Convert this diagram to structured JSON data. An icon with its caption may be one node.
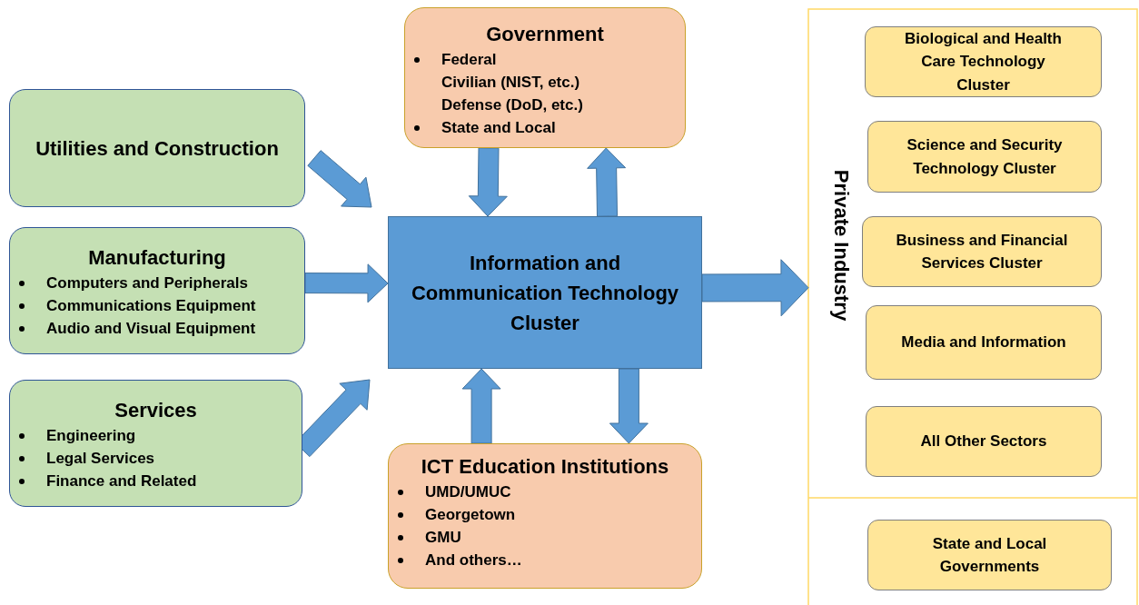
{
  "diagram": {
    "nodes": [
      {
        "text": [
          "Government",
          "Federal",
          "Civilian (NIST, etc.)",
          "Defense (DoD, etc.)",
          "State and Local"
        ]
      },
      {
        "text": [
          "Utilities and Construction"
        ]
      },
      {
        "text": [
          "Manufacturing",
          "Computers and Peripherals",
          "Communications Equipment",
          "Audio and Visual Equipment"
        ]
      },
      {
        "text": [
          "Services",
          "Engineering",
          "Legal Services",
          "Finance and Related"
        ]
      },
      {
        "text": [
          "Information and Communication Technology Cluster"
        ]
      },
      {
        "text": [
          "ICT Education Institutions",
          "UMD/UMUC",
          "Georgetown",
          "GMU",
          "And others…"
        ]
      },
      {
        "text": [
          "Private Industry"
        ]
      },
      {
        "text": [
          "Biological and Health Care Technology Cluster"
        ],
        "in": 6
      },
      {
        "text": [
          "Science and Security Technology Cluster"
        ],
        "in": 6
      },
      {
        "text": [
          "Business and Financial Services Cluster"
        ],
        "in": 6
      },
      {
        "text": [
          "Media and Information"
        ],
        "in": 6
      },
      {
        "text": [
          "All Other Sectors"
        ],
        "in": 6
      },
      {
        "text": [
          "State and Local Governments"
        ]
      }
    ],
    "edges": [
      {
        "from": 1,
        "to": 4,
        "arrow": "to"
      },
      {
        "from": 2,
        "to": 4,
        "arrow": "to"
      },
      {
        "from": 3,
        "to": 4,
        "arrow": "to"
      },
      {
        "from": 0,
        "to": 4,
        "arrow": "to"
      },
      {
        "from": 4,
        "to": 0,
        "arrow": "to"
      },
      {
        "from": 5,
        "to": 4,
        "arrow": "to"
      },
      {
        "from": 4,
        "to": 5,
        "arrow": "to"
      },
      {
        "from": 4,
        "to": 6,
        "arrow": "to"
      }
    ]
  }
}
